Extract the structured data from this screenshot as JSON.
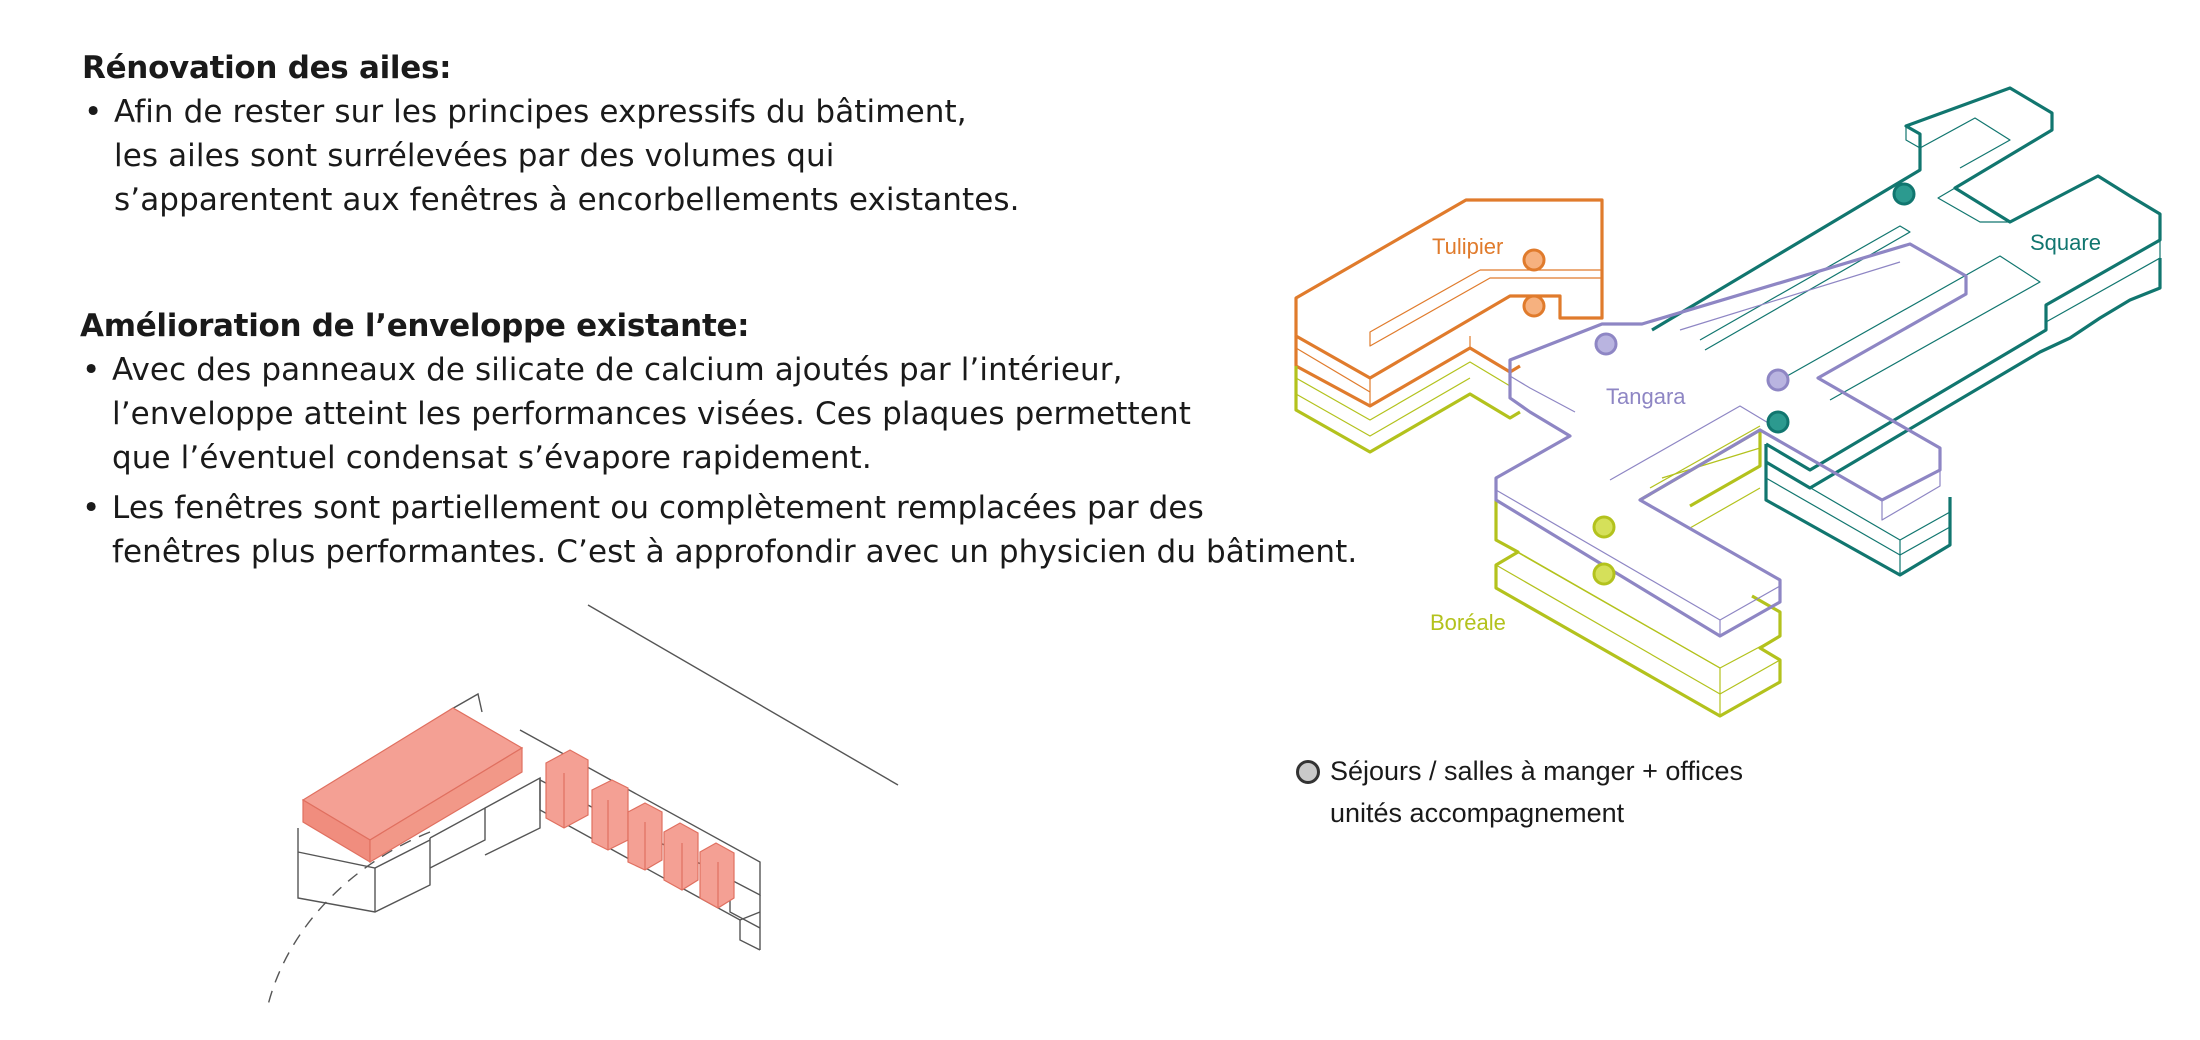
{
  "section_renovation": {
    "title": "Rénovation des ailes:",
    "bullets": [
      [
        "Afin de rester sur les principes expressifs du bâtiment,",
        "les ailes sont surrélevées par des volumes qui",
        "s’apparentent aux fenêtres à encorbellements existantes."
      ]
    ]
  },
  "section_envelope": {
    "title": "Amélioration de l’enveloppe existante:",
    "bullets": [
      [
        "Avec des panneaux de silicate de calcium ajoutés par l’intérieur,",
        "l’enveloppe atteint les performances visées. Ces plaques permettent",
        "que l’éventuel condensat s’évapore rapidement."
      ],
      [
        "Les fenêtres sont partiellement ou complètement remplacées par des",
        "fenêtres plus performantes. C’est à approfondir avec un physicien du bâtiment."
      ]
    ]
  },
  "wings": {
    "tulipier": {
      "label": "Tulipier",
      "color": "#e07b2c"
    },
    "tangara": {
      "label": "Tangara",
      "color": "#8e86c4"
    },
    "square": {
      "label": "Square",
      "color": "#11766f"
    },
    "boreale": {
      "label": "Boréale",
      "color": "#b3c21d"
    }
  },
  "legend": {
    "line1": "Séjours / salles à manger + offices",
    "line2": "unités accompagnement"
  },
  "colors": {
    "raised_volume_fill": "#f4a094",
    "raised_volume_stroke": "#e07060",
    "line_gray": "#555555"
  }
}
